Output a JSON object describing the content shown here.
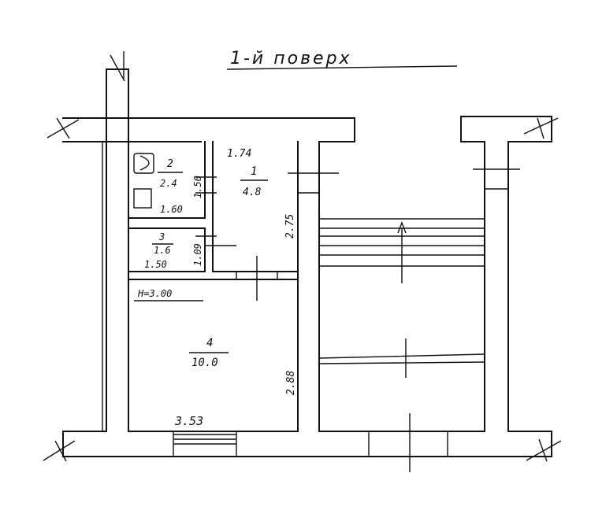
{
  "title": "1-й поверх",
  "rooms": [
    {
      "number": "1",
      "area": "4.8",
      "width": "1.74",
      "length": "2.75"
    },
    {
      "number": "2",
      "area": "2.4",
      "width": "1.60",
      "length": "1.50"
    },
    {
      "number": "3",
      "area": "1.6",
      "width": "1.50",
      "length": "1.09"
    },
    {
      "number": "4",
      "area": "10.0",
      "width": "3.53",
      "length": "2.88",
      "height": "H=3.00"
    }
  ]
}
